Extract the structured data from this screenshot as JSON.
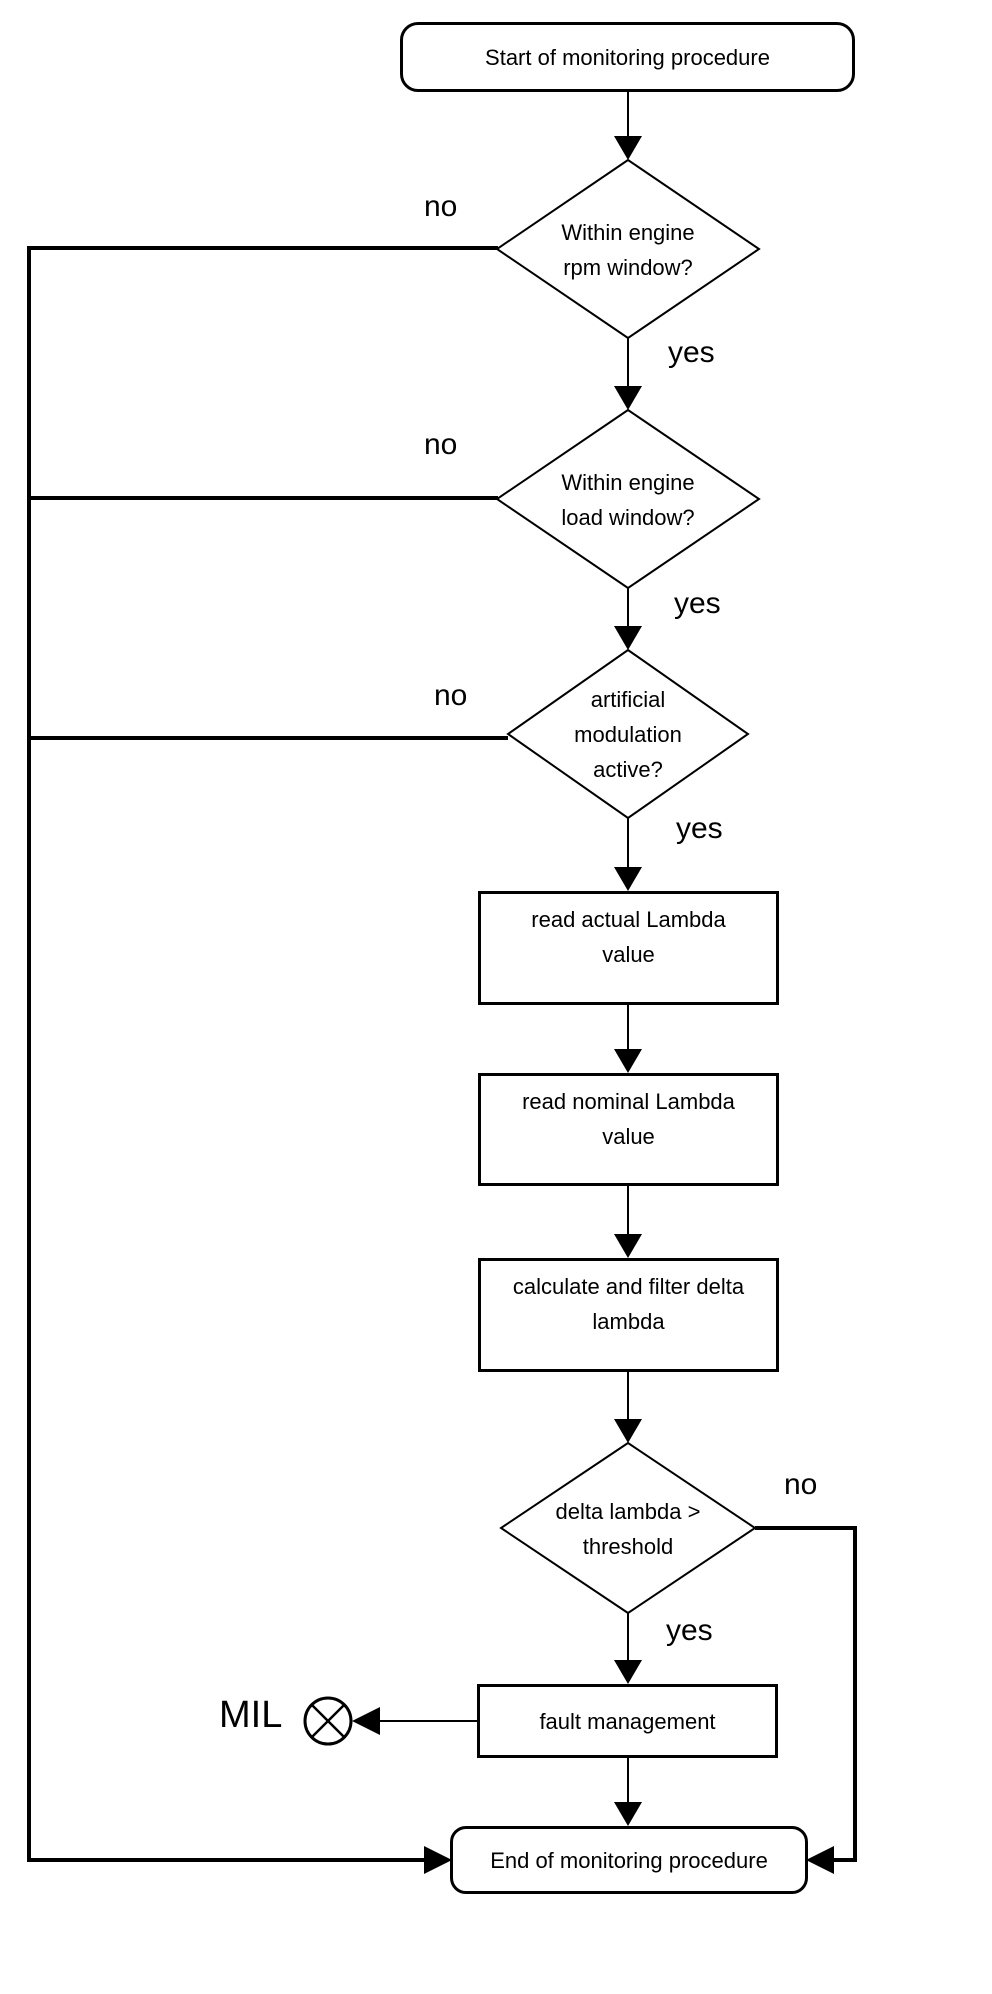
{
  "flowchart": {
    "nodes": {
      "start": {
        "label": "Start of monitoring procedure"
      },
      "rpm_window": {
        "label": "Within engine rpm window?"
      },
      "load_window": {
        "label": "Within engine load window?"
      },
      "modulation": {
        "label": "artificial modulation active?"
      },
      "read_actual": {
        "label": "read actual Lambda value"
      },
      "read_nominal": {
        "label": "read nominal Lambda value"
      },
      "calc_filter": {
        "label": "calculate and filter delta lambda"
      },
      "threshold": {
        "label": "delta lambda > threshold"
      },
      "fault_mgmt": {
        "label": "fault management"
      },
      "end": {
        "label": "End of monitoring procedure"
      }
    },
    "edge_labels": {
      "rpm_no": "no",
      "rpm_yes": "yes",
      "load_no": "no",
      "load_yes": "yes",
      "modulation_no": "no",
      "modulation_yes": "yes",
      "threshold_no": "no",
      "threshold_yes": "yes"
    },
    "annotations": {
      "mil": "MIL"
    },
    "colors": {
      "line": "#000000",
      "fill": "#ffffff",
      "text": "#000000"
    }
  }
}
